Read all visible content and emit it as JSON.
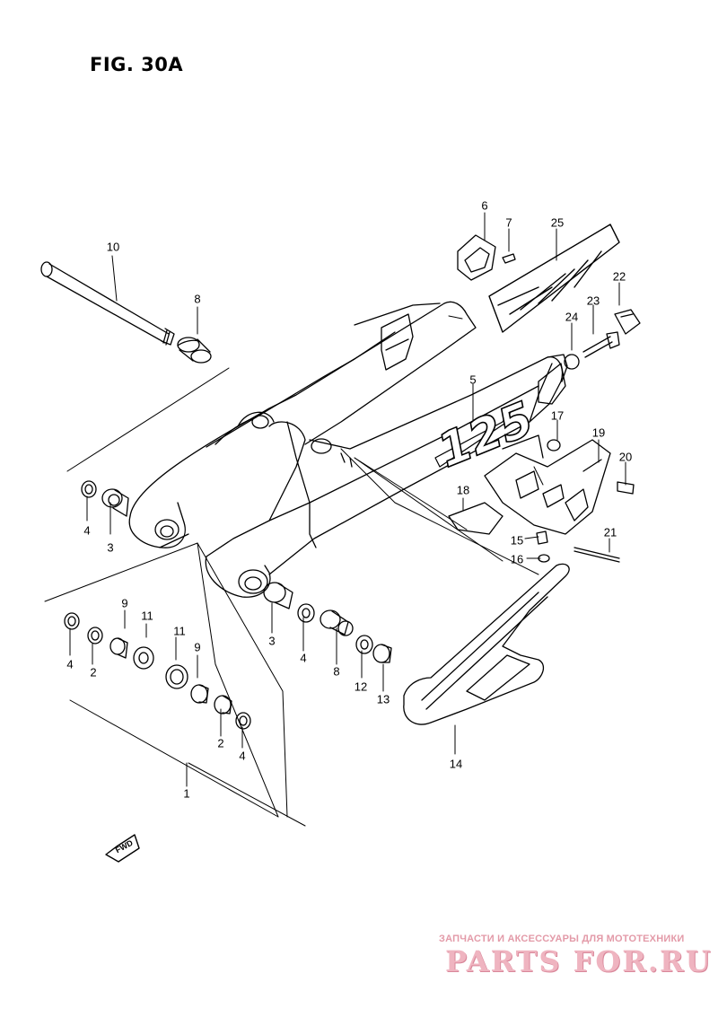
{
  "figure_title": "FIG. 30A",
  "swingarm_decal_text": "125",
  "fwd_label": "FWD",
  "watermark": {
    "tagline": "ЗАПЧАСТИ И АКСЕССУАРЫ ДЛЯ МОТОТЕХНИКИ",
    "logo": "PARTS FOR.RU",
    "color": "#efb4c0"
  },
  "callouts": [
    "1",
    "2",
    "2",
    "3",
    "3",
    "4",
    "4",
    "4",
    "4",
    "5",
    "6",
    "7",
    "8",
    "8",
    "9",
    "9",
    "10",
    "11",
    "11",
    "12",
    "13",
    "14",
    "15",
    "16",
    "17",
    "18",
    "19",
    "20",
    "21",
    "22",
    "23",
    "24",
    "25"
  ]
}
